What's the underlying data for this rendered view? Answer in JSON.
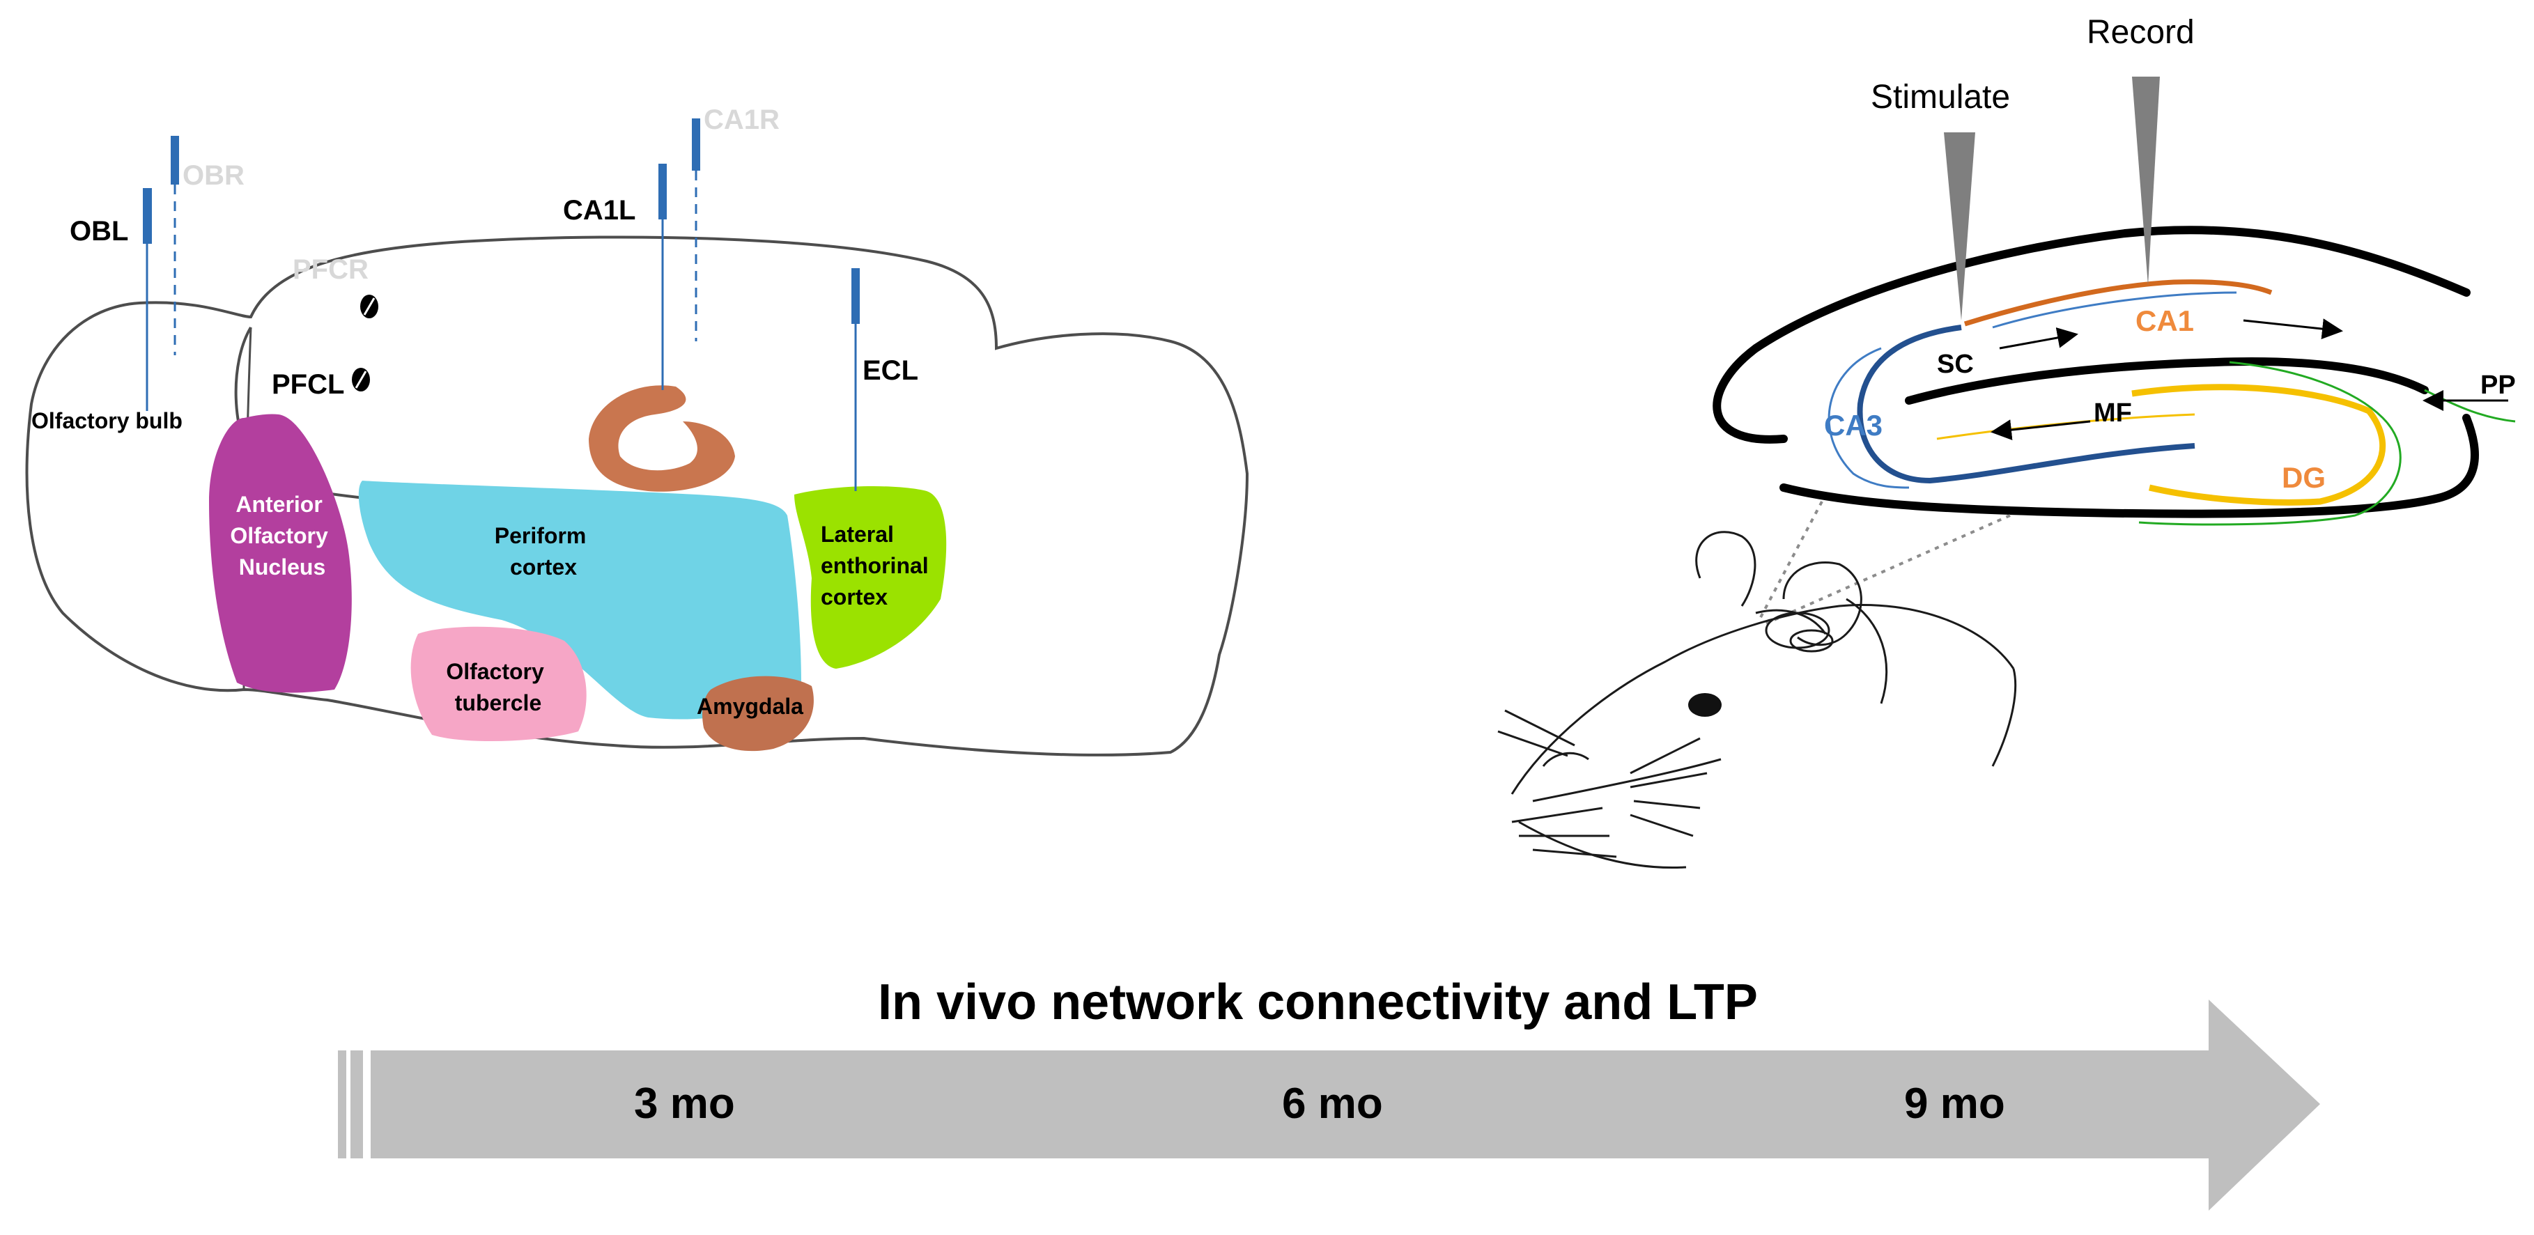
{
  "brain_labels": {
    "obl": "OBL",
    "obr": "OBR",
    "ca1l": "CA1L",
    "ca1r": "CA1R",
    "pfcr": "PFCR",
    "pfcl": "PFCL",
    "ecl": "ECL",
    "olfactory_bulb": "Olfactory bulb",
    "anterior_olfactory_nucleus": [
      "Anterior",
      "Olfactory",
      "Nucleus"
    ],
    "periform_cortex": [
      "Periform",
      "cortex"
    ],
    "lateral_enthorinal_cortex": [
      "Lateral",
      "enthorinal",
      "cortex"
    ],
    "olfactory_tubercle": [
      "Olfactory",
      "tubercle"
    ],
    "amygdala": "Amygdala"
  },
  "hippocampus_labels": {
    "record": "Record",
    "stimulate": "Stimulate",
    "ca1": "CA1",
    "sc": "SC",
    "pp": "PP",
    "ca3": "CA3",
    "mf": "MF",
    "dg": "DG"
  },
  "timeline": {
    "title": "In vivo network connectivity and LTP",
    "points": [
      "3 mo",
      "6 mo",
      "9 mo"
    ]
  },
  "colors": {
    "electrode": "#2e6db4",
    "anterior_olfactory_nucleus": "#b33f9e",
    "periform_cortex": "#6fd3e6",
    "lateral_enthorinal_cortex": "#9be200",
    "olfactory_tubercle": "#f6a6c6",
    "amygdala": "#c0714f",
    "hippocampus_shape": "#c9764f",
    "ca1_path": "#d2691e",
    "ca1_text": "#ef8a3c",
    "ca3_path": "#23508f",
    "ca3_text": "#3f7cc4",
    "dg_path": "#f5c000",
    "dg_text": "#ef8a3c",
    "pp_path": "#22aa22",
    "arrow": "#bfbfbf"
  }
}
